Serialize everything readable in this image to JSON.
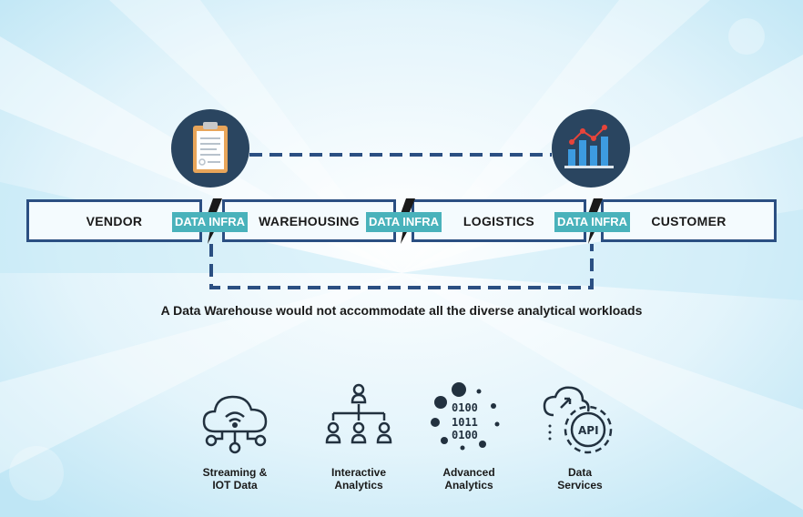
{
  "stages": [
    {
      "label": "VENDOR"
    },
    {
      "label": "WAREHOUSING"
    },
    {
      "label": "LOGISTICS"
    },
    {
      "label": "CUSTOMER"
    }
  ],
  "connectors": [
    {
      "tag": "DATA INFRA"
    },
    {
      "tag": "DATA INFRA"
    },
    {
      "tag": "DATA INFRA"
    }
  ],
  "caption": "A Data Warehouse would not accommodate all the diverse analytical workloads",
  "capabilities": [
    {
      "line1": "Streaming &",
      "line2": "IOT Data",
      "icon": "cloud-wifi-icon"
    },
    {
      "line1": "Interactive",
      "line2": "Analytics",
      "icon": "hierarchy-users-icon"
    },
    {
      "line1": "Advanced",
      "line2": "Analytics",
      "icon": "binary-dots-icon"
    },
    {
      "line1": "Data",
      "line2": "Services",
      "icon": "cloud-api-gear-icon"
    }
  ],
  "colors": {
    "navy": "#2b4f82",
    "teal": "#49b2bb",
    "circle": "#2a4560",
    "chart_bars": "#3d9be0",
    "chart_dots": "#e8443a"
  }
}
